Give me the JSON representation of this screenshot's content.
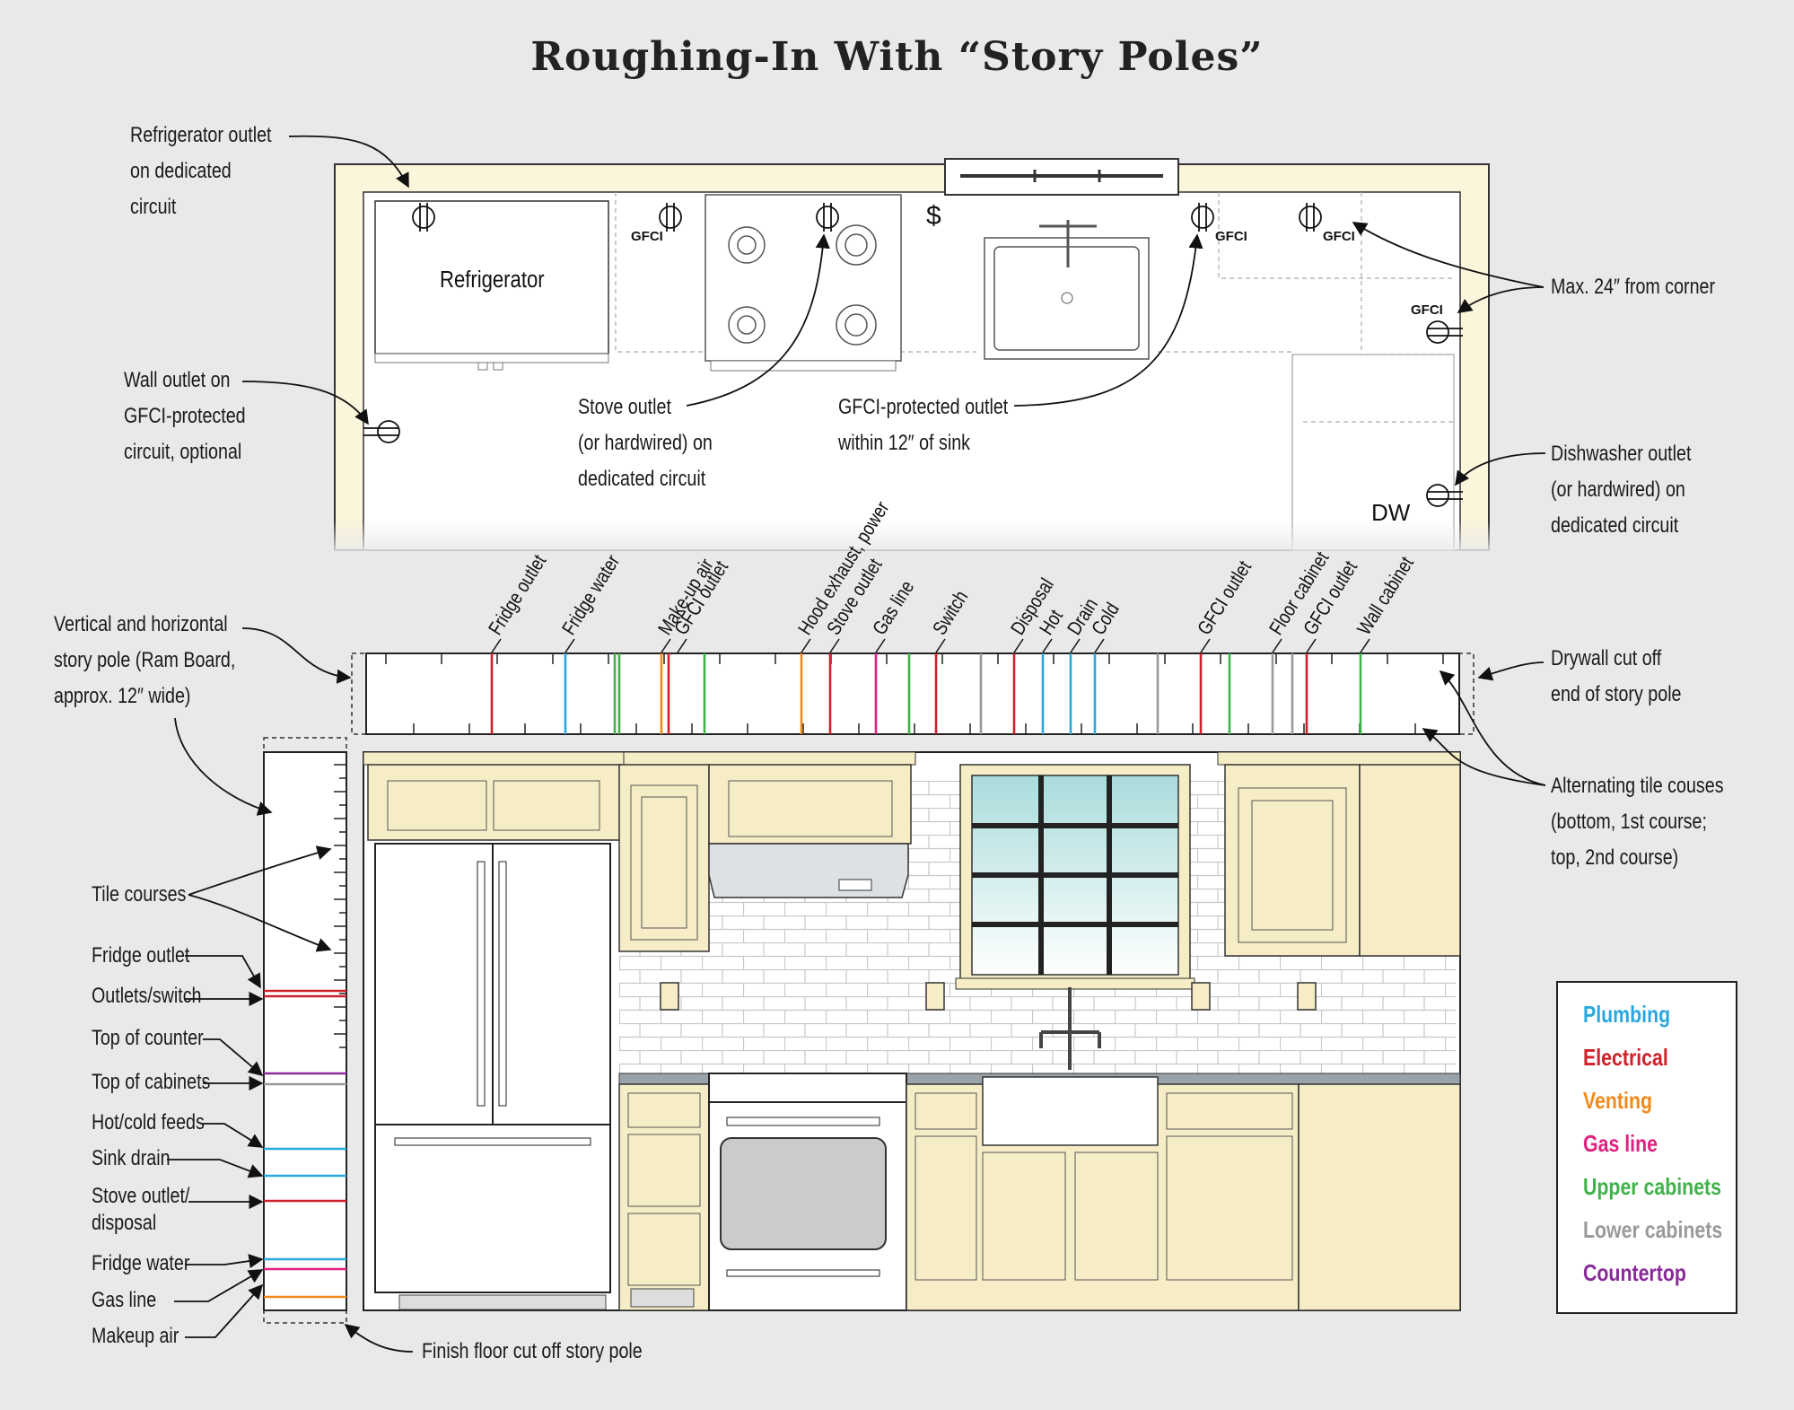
{
  "title": "Roughing-In With “Story Poles”",
  "colors": {
    "plumbing": "#29a8e0",
    "electrical": "#d0202a",
    "venting": "#f08a1c",
    "gas": "#e0217f",
    "upper": "#3fb24a",
    "lower": "#9a9a9a",
    "countertop": "#8a2a9a",
    "wall": "#fbf5dc",
    "cabinet": "#f6edc6",
    "tile_window": "#bfe4e6"
  },
  "plan_callouts": {
    "fridge_outlet": [
      "Refrigerator outlet",
      "on dedicated",
      "circuit"
    ],
    "wall_outlet": [
      "Wall outlet on",
      "GFCI-protected",
      "circuit, optional"
    ],
    "stove_outlet": [
      "Stove outlet",
      "(or hardwired) on",
      "dedicated circuit"
    ],
    "gfci_sink": [
      "GFCI-protected outlet",
      "within 12″ of sink"
    ],
    "max24": [
      "Max. 24″ from corner"
    ],
    "dishwasher": [
      "Dishwasher outlet",
      "(or hardwired) on",
      "dedicated circuit"
    ]
  },
  "plan_labels": {
    "refrigerator": "Refrigerator",
    "gfci": "GFCI",
    "switch": "$",
    "dw": "DW"
  },
  "pole_callouts": {
    "horizontal": [
      "Vertical and horizontal",
      "story pole (Ram Board,",
      "approx. 12″ wide)"
    ],
    "drywall": [
      "Drywall cut off",
      "end of story pole"
    ],
    "tile": [
      "Alternating tile couses",
      "(bottom, 1st course;",
      "top, 2nd course)"
    ],
    "finish_floor": "Finish floor cut off story pole"
  },
  "horizontal_pole_labels": [
    "Fridge outlet",
    "Fridge water",
    "Make-up air",
    "GFCI outlet",
    "Hood exhaust, power",
    "Stove outlet",
    "Gas line",
    "Switch",
    "Disposal",
    "Hot",
    "Drain",
    "Cold",
    "GFCI outlet",
    "Floor cabinet",
    "GFCI outlet",
    "Wall cabinet"
  ],
  "vertical_pole_labels": {
    "tile_courses": "Tile courses",
    "fridge_outlet": "Fridge outlet",
    "outlets_switch": "Outlets/switch",
    "top_counter": "Top of counter",
    "top_cabinets": "Top of cabinets",
    "hot_cold": "Hot/cold feeds",
    "sink_drain": "Sink drain",
    "stove_disposal": [
      "Stove outlet/",
      "disposal"
    ],
    "fridge_water": "Fridge water",
    "gas_line": "Gas line",
    "makeup_air": "Makeup air"
  },
  "legend": [
    "Plumbing",
    "Electrical",
    "Venting",
    "Gas line",
    "Upper cabinets",
    "Lower cabinets",
    "Countertop"
  ]
}
